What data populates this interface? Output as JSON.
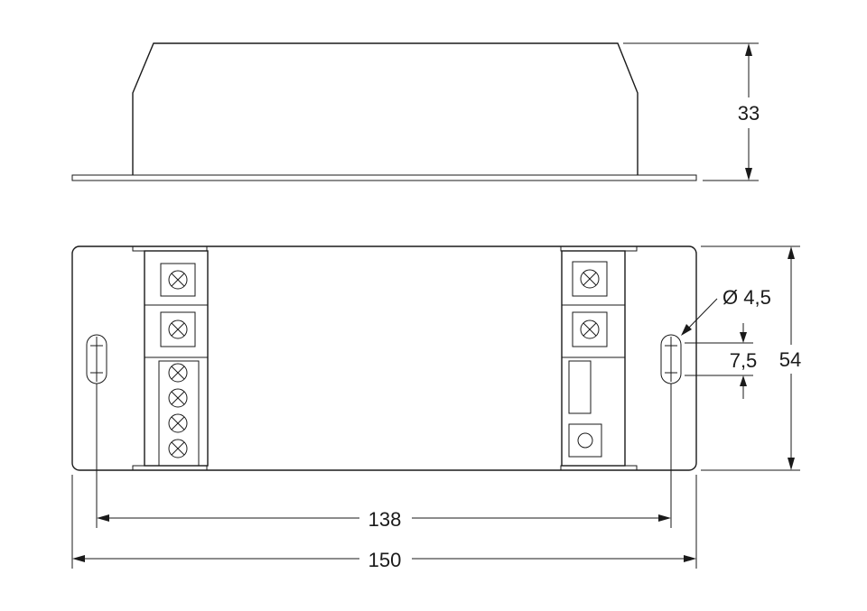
{
  "dimensions": {
    "height": "33",
    "width": "54",
    "hole_diameter": "Ø 4,5",
    "slot_length": "7,5",
    "hole_spacing": "138",
    "overall_length": "150"
  }
}
